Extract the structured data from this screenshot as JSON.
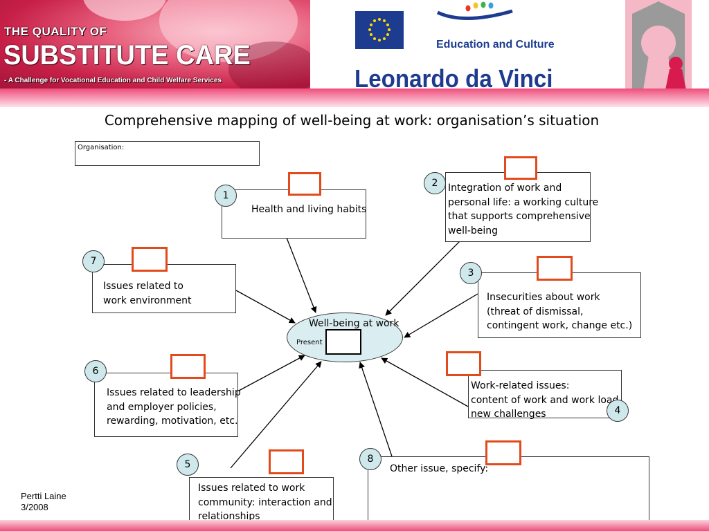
{
  "header": {
    "brand_line1": "THE QUALITY OF",
    "brand_line2": "SUBSTITUTE CARE",
    "brand_subtitle": "- A Challenge for Vocational Education and Child Welfare Services",
    "edu_label": "Education and Culture",
    "program_label": "Leonardo da Vinci"
  },
  "title": "Comprehensive mapping of well-being at work: organisation’s situation",
  "organisation_label": "Organisation:",
  "center": {
    "label": "Well-being at work",
    "present_label": "Present"
  },
  "factors": [
    {
      "number": "1",
      "lines": [
        "Health and living habits"
      ]
    },
    {
      "number": "2",
      "lines": [
        "Integration of work and",
        "personal life: a working culture",
        "that supports comprehensive",
        "well-being"
      ]
    },
    {
      "number": "3",
      "lines": [
        "Insecurities about work",
        "(threat of dismissal,",
        "contingent work, change etc.)"
      ]
    },
    {
      "number": "4",
      "lines": [
        "Work-related issues:",
        "content of work and work load",
        "new challenges"
      ]
    },
    {
      "number": "5",
      "lines": [
        "Issues related to work",
        "community: interaction and",
        "relationships"
      ]
    },
    {
      "number": "6",
      "lines": [
        "Issues related to leadership",
        "and employer policies,",
        "rewarding, motivation, etc."
      ]
    },
    {
      "number": "7",
      "lines": [
        "Issues related to",
        "work environment"
      ]
    },
    {
      "number": "8",
      "lines": [
        "Other issue, specify:"
      ]
    }
  ],
  "footer": {
    "author": "Pertti Laine",
    "date": "3/2008"
  },
  "colors": {
    "banner_pink": "#c71f47",
    "band_pink": "#ee4f7c",
    "marker_orange": "#e24a1c",
    "badge_fill": "#cfe8ec",
    "ellipse_fill": "#daeef1",
    "eu_blue": "#1d3c8f"
  }
}
